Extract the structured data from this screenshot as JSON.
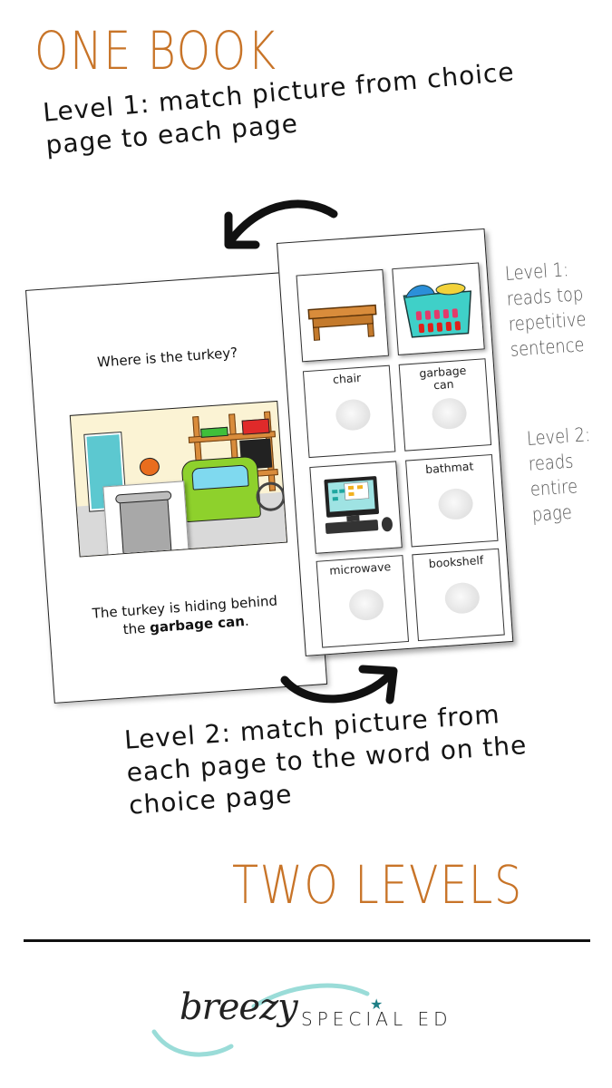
{
  "header": {
    "title": "ONE BOOK"
  },
  "level1_instruction": {
    "line1": "Level 1: match picture from choice",
    "line2": "page to each page"
  },
  "book": {
    "left_page": {
      "question": "Where is the turkey?",
      "answer_prefix": "The turkey is hiding behind",
      "answer_line2_prefix": "the",
      "answer_bold": "garbage can",
      "answer_suffix": ".",
      "scene_card": "garbage can picture"
    },
    "right_page": {
      "cards": [
        {
          "label": "",
          "picture": "coffee table",
          "type": "picture"
        },
        {
          "label": "",
          "picture": "laundry basket",
          "type": "picture"
        },
        {
          "label": "chair",
          "type": "velcro"
        },
        {
          "label": "garbage can",
          "type": "velcro"
        },
        {
          "label": "",
          "picture": "computer",
          "type": "picture"
        },
        {
          "label": "bathmat",
          "type": "velcro"
        },
        {
          "label": "microwave",
          "type": "velcro"
        },
        {
          "label": "bookshelf",
          "type": "velcro"
        }
      ]
    }
  },
  "side_notes": {
    "level1": [
      "Level 1:",
      "reads top",
      "repetitive",
      "sentence"
    ],
    "level2": [
      "Level 2:",
      "reads",
      "entire",
      "page"
    ]
  },
  "level2_instruction": {
    "line1": "Level 2: match picture from",
    "line2": "each page to the word on the",
    "line3": "choice page"
  },
  "footer": {
    "title": "TWO LEVELS"
  },
  "logo": {
    "script": "breezy",
    "caps": "SPECIAL ED"
  },
  "colors": {
    "accent_orange": "#c87428",
    "logo_teal": "#9adcd8",
    "star_teal": "#1e7f86"
  }
}
